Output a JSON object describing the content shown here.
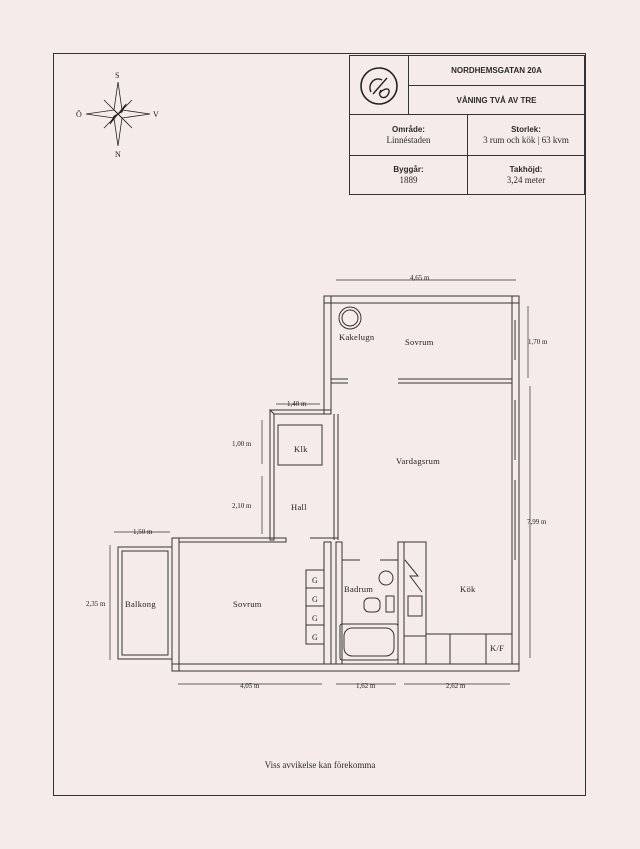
{
  "header": {
    "address": "NORDHEMSGATAN 20A",
    "floor": "VÅNING TVÅ AV TRE",
    "area_label": "Område:",
    "area_value": "Linnéstaden",
    "size_label": "Storlek:",
    "size_value": "3 rum och kök | 63 kvm",
    "built_label": "Byggår:",
    "built_value": "1889",
    "ceiling_label": "Takhöjd:",
    "ceiling_value": "3,24 meter"
  },
  "compass": {
    "north": "N",
    "south": "S",
    "east": "Ö",
    "west": "V"
  },
  "rooms": {
    "kakelugn": "Kakelugn",
    "sovrum_top": "Sovrum",
    "klk": "Klk",
    "vardagsrum": "Vardagsrum",
    "hall": "Hall",
    "balkong": "Balkong",
    "sovrum_left": "Sovrum",
    "badrum": "Badrum",
    "kok": "Kök",
    "kf": "K/F",
    "garderob": "G"
  },
  "dimensions": {
    "top_width": "4,65 m",
    "sovrum_depth": "1,70 m",
    "klk_width": "1,40 m",
    "klk_height": "1,00 m",
    "hall_height": "2,10 m",
    "balkong_width": "1,50 m",
    "balkong_height": "2,35 m",
    "right_height": "7,99 m",
    "bottom_left": "4,05 m",
    "bottom_mid": "1,62 m",
    "bottom_right": "2,62 m"
  },
  "footer": {
    "disclaimer": "Viss avvikelse kan förekomma"
  }
}
